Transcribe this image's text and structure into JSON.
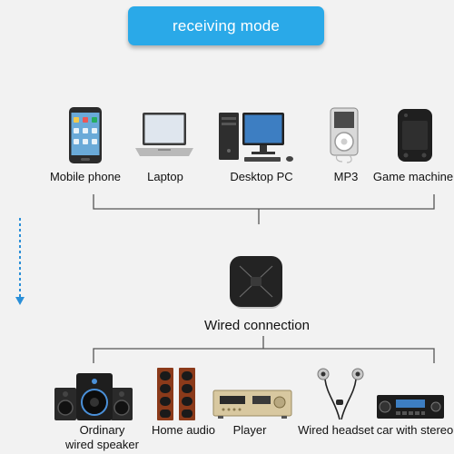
{
  "banner": {
    "text": "receiving mode"
  },
  "sources": [
    {
      "label": "Mobile phone",
      "icon": "mobile-phone-icon"
    },
    {
      "label": "Laptop",
      "icon": "laptop-icon"
    },
    {
      "label": "Desktop PC",
      "icon": "desktop-pc-icon"
    },
    {
      "label": "MP3",
      "icon": "mp3-player-icon"
    },
    {
      "label": "Game machine",
      "icon": "game-machine-icon"
    }
  ],
  "hub": {
    "label": "Wired connection",
    "icon": "bluetooth-receiver-icon"
  },
  "outputs": [
    {
      "label_line1": "Ordinary",
      "label_line2": "wired speaker",
      "icon": "speaker-icon"
    },
    {
      "label": "Home audio",
      "icon": "home-audio-icon"
    },
    {
      "label": "Player",
      "icon": "player-icon"
    },
    {
      "label": "Wired headset",
      "icon": "wired-headset-icon"
    },
    {
      "label": "car with stereo",
      "icon": "car-stereo-icon"
    }
  ],
  "colors": {
    "banner": "#2aa9e8",
    "lines": "#555555",
    "arrow": "#2a8fd8"
  }
}
